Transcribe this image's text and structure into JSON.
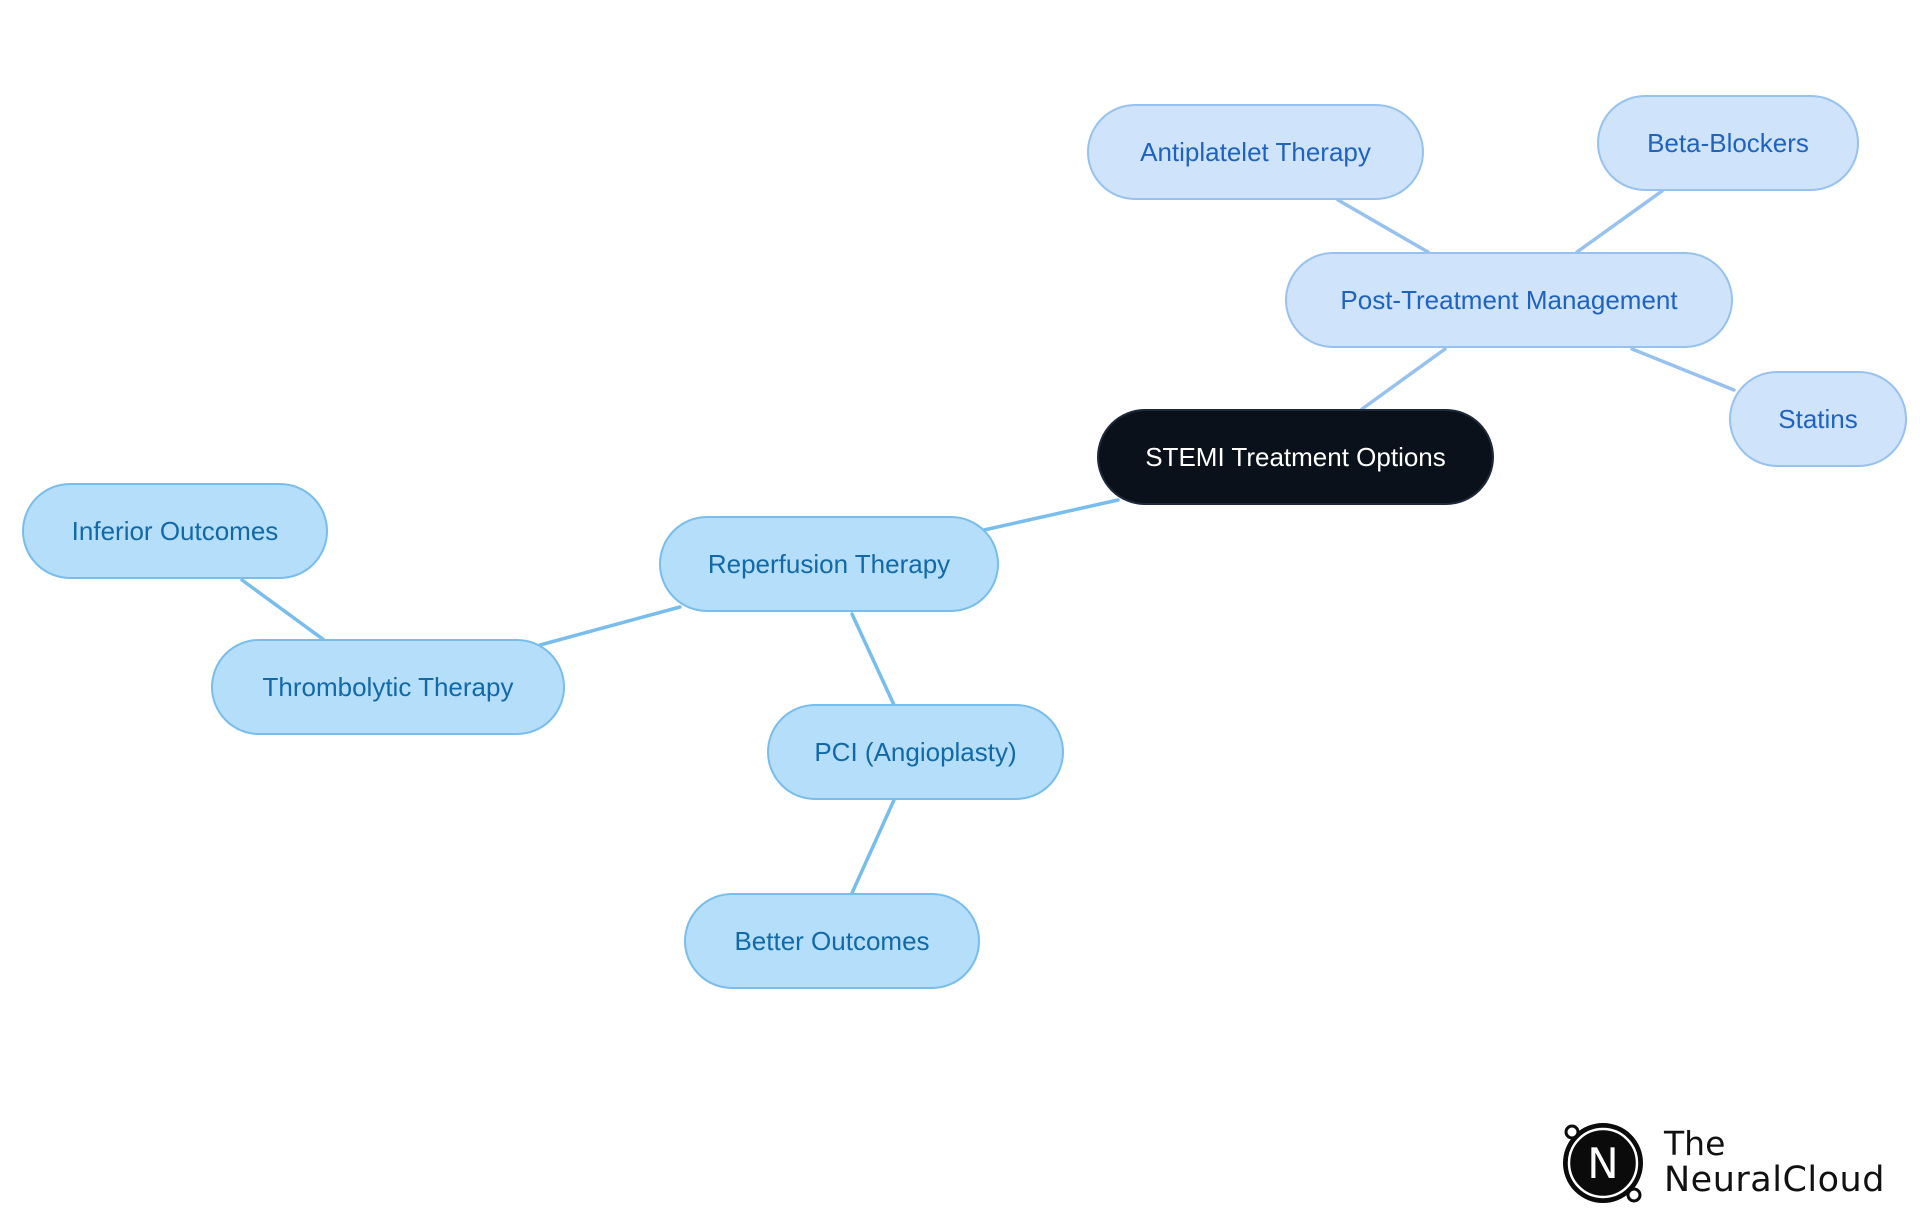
{
  "diagram": {
    "type": "mind-map",
    "colors": {
      "root_fill": "#0b111a",
      "root_text": "#ffffff",
      "blue_fill": "#b5defb",
      "blue_border": "#78bdec",
      "blue_text": "#1169a8",
      "lavender_fill": "#cfe3fb",
      "lavender_border": "#97c2ef",
      "lavender_text": "#1f63c0",
      "blue_edge": "#78bdec",
      "lavender_edge": "#97c2ef"
    },
    "nodes": [
      {
        "id": "root",
        "label": "STEMI Treatment Options",
        "style": "root"
      },
      {
        "id": "reperfusion",
        "label": "Reperfusion Therapy",
        "style": "blue"
      },
      {
        "id": "thrombolytic",
        "label": "Thrombolytic Therapy",
        "style": "blue"
      },
      {
        "id": "inferior",
        "label": "Inferior Outcomes",
        "style": "blue"
      },
      {
        "id": "pci",
        "label": "PCI (Angioplasty)",
        "style": "blue"
      },
      {
        "id": "better",
        "label": "Better Outcomes",
        "style": "blue"
      },
      {
        "id": "post",
        "label": "Post-Treatment Management",
        "style": "lavender"
      },
      {
        "id": "antiplatelet",
        "label": "Antiplatelet Therapy",
        "style": "lavender"
      },
      {
        "id": "beta",
        "label": "Beta-Blockers",
        "style": "lavender"
      },
      {
        "id": "statins",
        "label": "Statins",
        "style": "lavender"
      }
    ],
    "edges": [
      {
        "from": "root",
        "to": "reperfusion"
      },
      {
        "from": "reperfusion",
        "to": "thrombolytic"
      },
      {
        "from": "thrombolytic",
        "to": "inferior"
      },
      {
        "from": "reperfusion",
        "to": "pci"
      },
      {
        "from": "pci",
        "to": "better"
      },
      {
        "from": "root",
        "to": "post"
      },
      {
        "from": "post",
        "to": "antiplatelet"
      },
      {
        "from": "post",
        "to": "beta"
      },
      {
        "from": "post",
        "to": "statins"
      }
    ]
  },
  "logo": {
    "line1": "The",
    "line2": "NeuralCloud",
    "mark_letter": "N"
  }
}
